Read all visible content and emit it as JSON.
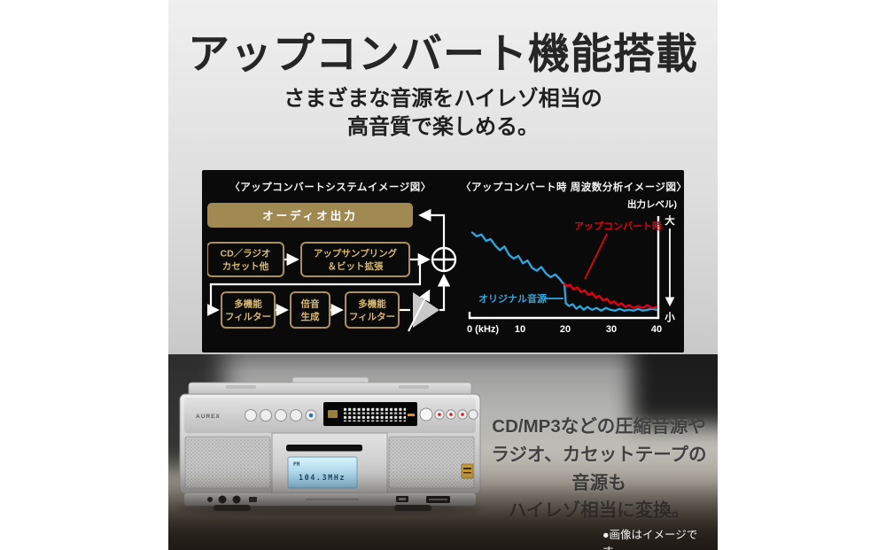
{
  "header": {
    "title": "アップコンバート機能搭載",
    "subtitle_line1": "さまざまな音源をハイレゾ相当の",
    "subtitle_line2": "高音質で楽しめる。"
  },
  "panel": {
    "left": {
      "title": "〈アップコンバートシステムイメージ図〉",
      "output_box": "オーディオ出力",
      "source_box_line1": "CD／ラジオ",
      "source_box_line2": "カセット他",
      "upsample_box_line1": "アップサンプリング",
      "upsample_box_line2": "＆ビット拡張",
      "filter1_line1": "多機能",
      "filter1_line2": "フィルター",
      "harmonic_line1": "倍音",
      "harmonic_line2": "生成",
      "filter2_line1": "多機能",
      "filter2_line2": "フィルター"
    },
    "right": {
      "title": "〈アップコンバート時 周波数分析イメージ図〉"
    }
  },
  "chart_data": {
    "type": "line",
    "title": "〈アップコンバート時 周波数分析イメージ図〉",
    "ylabel": "出力レベル)",
    "y_top": "大",
    "y_bottom": "小",
    "x_ticks": [
      "0 (kHz)",
      "10",
      "20",
      "30",
      "40"
    ],
    "xlim": [
      0,
      40
    ],
    "grid": false,
    "legend_position": "inline-annotations",
    "series": [
      {
        "name": "オリジナル音源",
        "color": "#2da7e0",
        "points": [
          [
            0,
            88
          ],
          [
            1,
            84
          ],
          [
            2,
            86
          ],
          [
            3,
            79
          ],
          [
            4,
            81
          ],
          [
            5,
            74
          ],
          [
            6,
            69
          ],
          [
            7,
            73
          ],
          [
            8,
            64
          ],
          [
            9,
            60
          ],
          [
            10,
            63
          ],
          [
            11,
            55
          ],
          [
            12,
            58
          ],
          [
            13,
            50
          ],
          [
            14,
            47
          ],
          [
            15,
            51
          ],
          [
            16,
            44
          ],
          [
            17,
            40
          ],
          [
            18,
            43
          ],
          [
            19,
            38
          ],
          [
            19.6,
            34
          ],
          [
            20,
            33
          ],
          [
            20.3,
            12
          ],
          [
            21,
            9
          ],
          [
            21.8,
            11
          ],
          [
            22.6,
            6
          ],
          [
            23.4,
            9
          ],
          [
            24.2,
            5
          ],
          [
            25,
            8
          ],
          [
            26,
            5
          ],
          [
            27,
            7
          ],
          [
            28,
            4
          ],
          [
            29,
            7
          ],
          [
            30,
            5
          ],
          [
            31,
            4
          ],
          [
            32,
            6
          ],
          [
            33,
            4
          ],
          [
            34,
            5
          ],
          [
            35,
            4
          ],
          [
            36,
            6
          ],
          [
            37,
            4
          ],
          [
            38,
            5
          ],
          [
            39,
            6
          ],
          [
            40,
            5
          ]
        ]
      },
      {
        "name": "アップコンバート時",
        "color": "#e60012",
        "points": [
          [
            20,
            33
          ],
          [
            20.6,
            30
          ],
          [
            21.2,
            32
          ],
          [
            22,
            27
          ],
          [
            22.8,
            29
          ],
          [
            23.6,
            24
          ],
          [
            24.4,
            26
          ],
          [
            25.2,
            21
          ],
          [
            26,
            23
          ],
          [
            26.8,
            18
          ],
          [
            27.6,
            20
          ],
          [
            28.4,
            15
          ],
          [
            29.2,
            17
          ],
          [
            30,
            12
          ],
          [
            30.8,
            14
          ],
          [
            31.6,
            10
          ],
          [
            32.4,
            12
          ],
          [
            33.2,
            8
          ],
          [
            34,
            10
          ],
          [
            35,
            7
          ],
          [
            36,
            9
          ],
          [
            37,
            7
          ],
          [
            38,
            10
          ],
          [
            39,
            7
          ],
          [
            40,
            8
          ]
        ]
      }
    ],
    "annotations": [
      {
        "text": "アップコンバート時",
        "color": "#e60012"
      },
      {
        "text": "オリジナル音源",
        "color": "#2da7e0"
      }
    ]
  },
  "product": {
    "brand": "AUREX",
    "lcd_line1": "FM",
    "lcd_line2": "104.3MHz"
  },
  "caption": {
    "line1": "CD/MP3などの圧縮音源や",
    "line2": "ラジオ、カセットテープの音源も",
    "line3": "ハイレゾ相当に変換。"
  },
  "footer": {
    "image_note": "●画像はイメージです。"
  },
  "colors": {
    "gold_fill": "#a18a52",
    "gold_border": "#ab9152",
    "gold_text": "#d9ba70",
    "panel_bg": "#0a0a0a",
    "blue": "#2da7e0",
    "red": "#e60012"
  }
}
